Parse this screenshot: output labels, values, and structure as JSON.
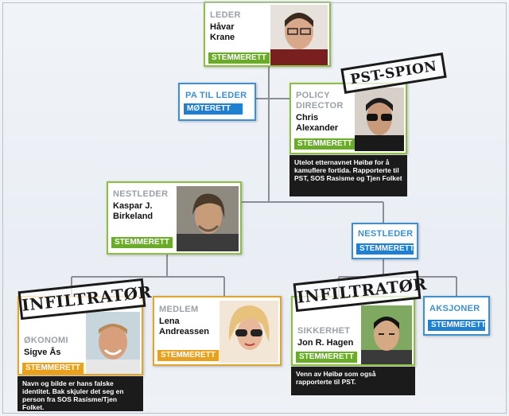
{
  "leader": {
    "role": "LEDER",
    "name_line1": "Håvar",
    "name_line2": "Krane",
    "badge": "STEMMERETT"
  },
  "assistant": {
    "role": "PA TIL LEDER",
    "badge": "MØTERETT"
  },
  "policy_director": {
    "role_line1": "POLICY",
    "role_line2": "DIRECTOR",
    "name_line1": "Chris",
    "name_line2": "Alexander",
    "badge": "STEMMERETT",
    "stamp": "PST-SPION",
    "note": "Utelot etternavnet Høibø for å kamuflere fortida. Rapporterte til PST, SOS Rasisme og Tjen Folket"
  },
  "deputy_leader": {
    "role": "NESTLEDER",
    "name_line1": "Kaspar J.",
    "name_line2": "Birkeland",
    "badge": "STEMMERETT"
  },
  "deputy_leader_2": {
    "role": "NESTLEDER",
    "badge": "STEMMERETT"
  },
  "finance": {
    "role": "ØKONOMI",
    "name": "Sigve Ås",
    "badge": "STEMMERETT",
    "stamp": "INFILTRATØR",
    "note": "Navn og bilde er hans falske identitet. Bak skjuler det seg en person fra SOS Rasisme/Tjen Folket."
  },
  "member": {
    "role": "MEDLEM",
    "name_line1": "Lena",
    "name_line2": "Andreassen",
    "badge": "STEMMERETT"
  },
  "security": {
    "role": "SIKKERHET",
    "name": "Jon R. Hagen",
    "badge": "STEMMERETT",
    "stamp": "INFILTRATØR",
    "note": "Venn av Høibø som også rapporterte til PST."
  },
  "actions": {
    "role": "AKSJONER",
    "badge": "STEMMERETT"
  },
  "colors": {
    "green_badge": "#6aab2a",
    "blue_badge": "#1f7fd0",
    "orange_badge": "#e8a01d",
    "note_background": "#1b1b1b"
  }
}
